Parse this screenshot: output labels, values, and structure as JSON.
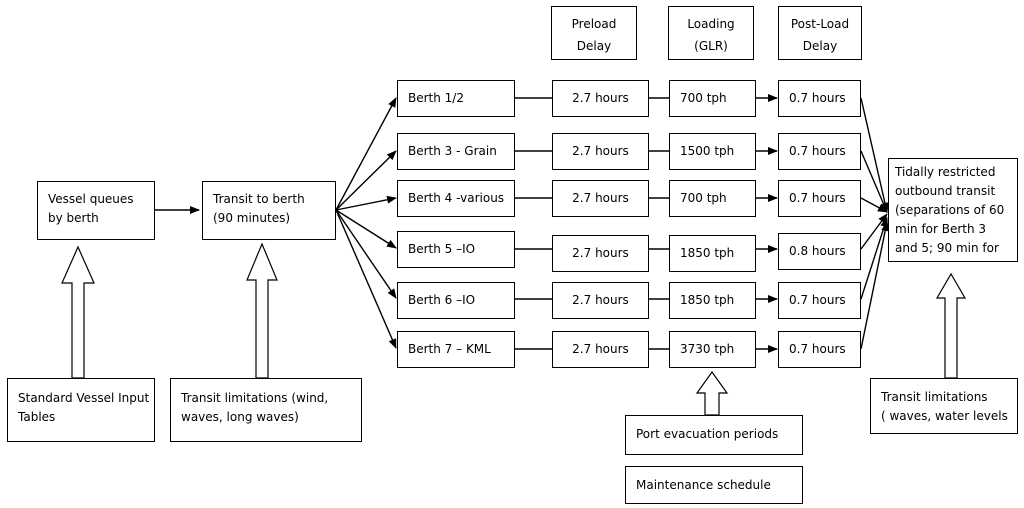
{
  "headers": {
    "preload": [
      "Preload",
      "Delay"
    ],
    "loading": [
      "Loading",
      "(GLR)"
    ],
    "postload": [
      "Post-Load",
      "Delay"
    ]
  },
  "vessel_queues": [
    "Vessel queues",
    "by berth"
  ],
  "transit_to_berth": [
    "Transit to berth",
    "(90 minutes)"
  ],
  "berths": [
    {
      "name": "Berth 1/2",
      "preload": "2.7 hours",
      "loading": "700 tph",
      "postload": "0.7 hours"
    },
    {
      "name": "Berth 3 - Grain",
      "preload": "2.7 hours",
      "loading": "1500 tph",
      "postload": "0.7 hours"
    },
    {
      "name": "Berth  4 -various",
      "preload": "2.7 hours",
      "loading": "700 tph",
      "postload": "0.7 hours"
    },
    {
      "name": "Berth 5 –IO",
      "preload": "2.7 hours",
      "loading": "1850 tph",
      "postload": "0.8 hours"
    },
    {
      "name": "Berth 6 –IO",
      "preload": "2.7 hours",
      "loading": "1850 tph",
      "postload": "0.7 hours"
    },
    {
      "name": "Berth 7 – KML",
      "preload": "2.7 hours",
      "loading": "3730 tph",
      "postload": "0.7 hours"
    }
  ],
  "outbound": [
    "Tidally restricted",
    "outbound transit",
    "(separations of 60",
    "min for Berth 3",
    "and 5;  90 min for"
  ],
  "standard_vessel_input": [
    "Standard Vessel Input",
    "Tables"
  ],
  "transit_limitations_in": [
    "Transit limitations (wind,",
    "waves, long waves)"
  ],
  "port_evacuation": "Port evacuation periods",
  "maintenance": "Maintenance schedule",
  "transit_limitations_out": [
    "Transit limitations",
    "( waves, water levels"
  ]
}
